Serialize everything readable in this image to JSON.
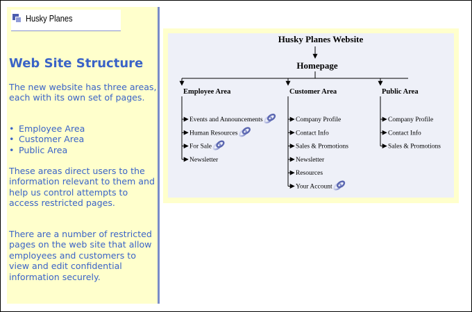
{
  "logo": {
    "text": "Husky Planes"
  },
  "sidebar": {
    "title": "Web Site Structure",
    "intro": "The new website has three areas, each with its own set of pages.",
    "areas": [
      "Employee Area",
      "Customer Area",
      "Public Area"
    ],
    "para2": "These areas direct users to the information relevant to them and help us control attempts to access restricted pages.",
    "para3": "There are a number of restricted pages on the web site that allow employees and customers to view and edit confidential information securely."
  },
  "diagram": {
    "title": "Husky Planes Website",
    "root": "Homepage",
    "icon": "chain-link-icon",
    "areas": [
      {
        "label": "Employee Area",
        "items": [
          {
            "label": "Events and Announcements",
            "restricted": true
          },
          {
            "label": "Human Resources",
            "restricted": true
          },
          {
            "label": "For Sale",
            "restricted": true
          },
          {
            "label": "Newsletter",
            "restricted": false
          }
        ]
      },
      {
        "label": "Customer Area",
        "items": [
          {
            "label": "Company Profile",
            "restricted": false
          },
          {
            "label": "Contact Info",
            "restricted": false
          },
          {
            "label": "Sales & Promotions",
            "restricted": false
          },
          {
            "label": "Newsletter",
            "restricted": false
          },
          {
            "label": "Resources",
            "restricted": false
          },
          {
            "label": "Your Account",
            "restricted": true
          }
        ]
      },
      {
        "label": "Public Area",
        "items": [
          {
            "label": "Company Profile",
            "restricted": false
          },
          {
            "label": "Contact Info",
            "restricted": false
          },
          {
            "label": "Sales & Promotions",
            "restricted": false
          }
        ]
      }
    ]
  },
  "colors": {
    "sidebar_bg": "#ffffcc",
    "accent_text": "#3a63c7",
    "panel_bg": "#eef0f8"
  }
}
